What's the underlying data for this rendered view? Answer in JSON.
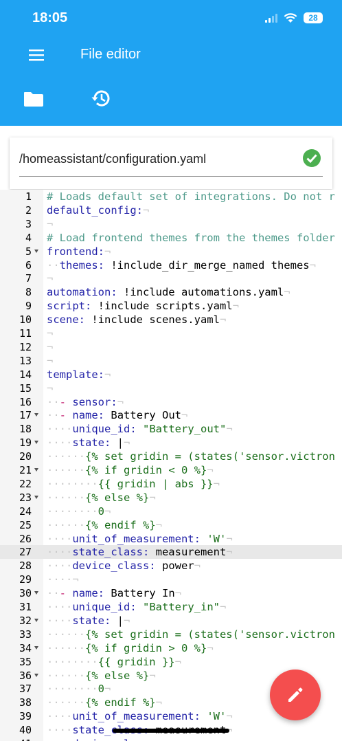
{
  "status_bar": {
    "time": "18:05",
    "battery": "28"
  },
  "app_bar": {
    "title": "File editor"
  },
  "toolbar": {
    "folder_icon": "folder-icon",
    "history_icon": "history-icon"
  },
  "path_bar": {
    "path": "/homeassistant/configuration.yaml",
    "status_icon": "check-circle-icon"
  },
  "colors": {
    "primary": "#1fa3f2",
    "fab": "#f44e4e",
    "success": "#4caf50"
  },
  "editor": {
    "active_line": 27,
    "lines": [
      {
        "n": "1",
        "fold": false,
        "html": "<span class='c-comment'># Loads default set of integrations. Do not r</span>"
      },
      {
        "n": "2",
        "fold": false,
        "html": "<span class='c-key'>default_config:</span><span class='c-ws'>¬</span>"
      },
      {
        "n": "3",
        "fold": false,
        "html": "<span class='c-ws'>¬</span>"
      },
      {
        "n": "4",
        "fold": false,
        "html": "<span class='c-comment'># Load frontend themes from the themes folder</span>"
      },
      {
        "n": "5",
        "fold": true,
        "html": "<span class='c-key'>frontend:</span><span class='c-ws'>¬</span>"
      },
      {
        "n": "6",
        "fold": false,
        "html": "<span class='c-ws'>··</span><span class='c-key'>themes:</span> !include_dir_merge_named themes<span class='c-ws'>¬</span>"
      },
      {
        "n": "7",
        "fold": false,
        "html": "<span class='c-ws'>¬</span>"
      },
      {
        "n": "8",
        "fold": false,
        "html": "<span class='c-key'>automation:</span> !include automations.yaml<span class='c-ws'>¬</span>"
      },
      {
        "n": "9",
        "fold": false,
        "html": "<span class='c-key'>script:</span> !include scripts.yaml<span class='c-ws'>¬</span>"
      },
      {
        "n": "10",
        "fold": false,
        "html": "<span class='c-key'>scene:</span> !include scenes.yaml<span class='c-ws'>¬</span>"
      },
      {
        "n": "11",
        "fold": false,
        "html": "<span class='c-ws'>¬</span>"
      },
      {
        "n": "12",
        "fold": false,
        "html": "<span class='c-ws'>¬</span>"
      },
      {
        "n": "13",
        "fold": false,
        "html": "<span class='c-ws'>¬</span>"
      },
      {
        "n": "14",
        "fold": false,
        "html": "<span class='c-key'>template:</span><span class='c-ws'>¬</span>"
      },
      {
        "n": "15",
        "fold": false,
        "html": "<span class='c-ws'>¬</span>"
      },
      {
        "n": "16",
        "fold": false,
        "html": "<span class='c-ws'>··</span><span class='c-dash'>-</span> <span class='c-key'>sensor:</span><span class='c-ws'>¬</span>"
      },
      {
        "n": "17",
        "fold": true,
        "html": "<span class='c-ws'>··</span><span class='c-dash'>-</span> <span class='c-key'>name:</span> Battery Out<span class='c-ws'>¬</span>"
      },
      {
        "n": "18",
        "fold": false,
        "html": "<span class='c-ws'>····</span><span class='c-key'>unique_id:</span> <span class='c-str'>\"Battery_out\"</span><span class='c-ws'>¬</span>"
      },
      {
        "n": "19",
        "fold": true,
        "html": "<span class='c-ws'>····</span><span class='c-key'>state:</span> |<span class='c-ws'>¬</span>"
      },
      {
        "n": "20",
        "fold": false,
        "html": "<span class='c-ws'>······</span><span class='c-jinja'>{% set gridin = (states('sensor.victron</span>"
      },
      {
        "n": "21",
        "fold": true,
        "html": "<span class='c-ws'>······</span><span class='c-jinja'>{% if gridin &lt; 0 %}</span><span class='c-ws'>¬</span>"
      },
      {
        "n": "22",
        "fold": false,
        "html": "<span class='c-ws'>········</span><span class='c-jinja'>{{ gridin | abs }}</span><span class='c-ws'>¬</span>"
      },
      {
        "n": "23",
        "fold": true,
        "html": "<span class='c-ws'>······</span><span class='c-jinja'>{% else %}</span><span class='c-ws'>¬</span>"
      },
      {
        "n": "24",
        "fold": false,
        "html": "<span class='c-ws'>········</span><span class='c-num'>0</span><span class='c-ws'>¬</span>"
      },
      {
        "n": "25",
        "fold": false,
        "html": "<span class='c-ws'>······</span><span class='c-jinja'>{% endif %}</span><span class='c-ws'>¬</span>"
      },
      {
        "n": "26",
        "fold": false,
        "html": "<span class='c-ws'>····</span><span class='c-key'>unit_of_measurement:</span> <span class='c-str'>'W'</span><span class='c-ws'>¬</span>"
      },
      {
        "n": "27",
        "fold": false,
        "html": "<span class='c-ws'>····</span><span class='c-key'>state_class:</span> measurement<span class='c-ws'>¬</span>"
      },
      {
        "n": "28",
        "fold": false,
        "html": "<span class='c-ws'>····</span><span class='c-key'>device_class:</span> power<span class='c-ws'>¬</span>"
      },
      {
        "n": "29",
        "fold": false,
        "html": "<span class='c-ws'>····¬</span>"
      },
      {
        "n": "30",
        "fold": true,
        "html": "<span class='c-ws'>··</span><span class='c-dash'>-</span> <span class='c-key'>name:</span> Battery In<span class='c-ws'>¬</span>"
      },
      {
        "n": "31",
        "fold": false,
        "html": "<span class='c-ws'>····</span><span class='c-key'>unique_id:</span> <span class='c-str'>\"Battery_in\"</span><span class='c-ws'>¬</span>"
      },
      {
        "n": "32",
        "fold": true,
        "html": "<span class='c-ws'>····</span><span class='c-key'>state:</span> |<span class='c-ws'>¬</span>"
      },
      {
        "n": "33",
        "fold": false,
        "html": "<span class='c-ws'>······</span><span class='c-jinja'>{% set gridin = (states('sensor.victron</span>"
      },
      {
        "n": "34",
        "fold": true,
        "html": "<span class='c-ws'>······</span><span class='c-jinja'>{% if gridin &gt; 0 %}</span><span class='c-ws'>¬</span>"
      },
      {
        "n": "35",
        "fold": false,
        "html": "<span class='c-ws'>········</span><span class='c-jinja'>{{ gridin }}</span><span class='c-ws'>¬</span>"
      },
      {
        "n": "36",
        "fold": true,
        "html": "<span class='c-ws'>······</span><span class='c-jinja'>{% else %}</span><span class='c-ws'>¬</span>"
      },
      {
        "n": "37",
        "fold": false,
        "html": "<span class='c-ws'>········</span><span class='c-num'>0</span><span class='c-ws'>¬</span>"
      },
      {
        "n": "38",
        "fold": false,
        "html": "<span class='c-ws'>······</span><span class='c-jinja'>{% endif %}</span><span class='c-ws'>¬</span>"
      },
      {
        "n": "39",
        "fold": false,
        "html": "<span class='c-ws'>····</span><span class='c-key'>unit_of_measurement:</span> <span class='c-str'>'W'</span><span class='c-ws'>¬</span>"
      },
      {
        "n": "40",
        "fold": false,
        "html": "<span class='c-ws'>····</span><span class='c-key'>state_class:</span> measurement<span class='c-ws'>¬</span>"
      },
      {
        "n": "41",
        "fold": false,
        "html": "<span class='c-ws'>····</span><span class='c-key'>device_class:</span> power<span class='c-ws'>¬</span>"
      }
    ]
  }
}
